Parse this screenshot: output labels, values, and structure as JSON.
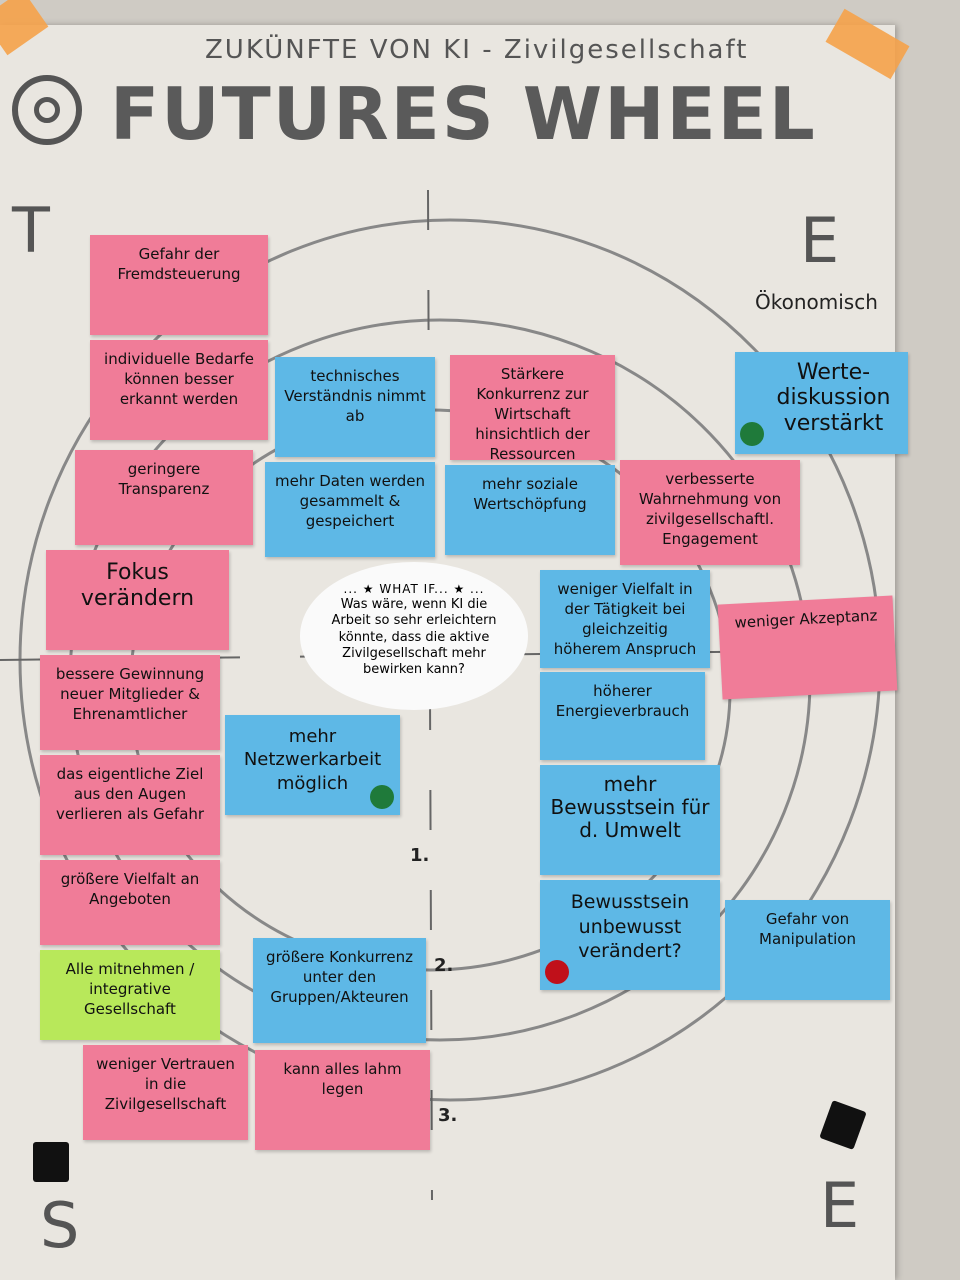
{
  "header": {
    "subtitle": "ZUKÜNFTE VON KI - Zivilgesellschaft",
    "title": "FUTURES WHEEL"
  },
  "corners": {
    "top_left": "T",
    "top_right": "E",
    "bottom_left": "S",
    "bottom_right": "E",
    "top_right_label": "Ökonomisch"
  },
  "rings": {
    "first": "1.",
    "second": "2.",
    "third": "3."
  },
  "center": {
    "heading": "... ★ WHAT IF... ★ ...",
    "question": "Was wäre, wenn KI die Arbeit so sehr erleichtern könnte, dass die aktive Zivilgesellschaft mehr bewirken kann?"
  },
  "colors": {
    "pink": "#f07c98",
    "blue": "#5eb8e6",
    "green": "#b8e85a",
    "dot_green": "#1f7a3a",
    "dot_red": "#c0101a",
    "tape": "#f5a24a"
  },
  "notes": [
    {
      "text": "Gefahr der Fremdsteuerung",
      "color": "pink"
    },
    {
      "text": "individuelle Bedarfe können besser erkannt werden",
      "color": "pink"
    },
    {
      "text": "technisches Verständnis nimmt ab",
      "color": "blue"
    },
    {
      "text": "Stärkere Konkurrenz zur Wirtschaft hinsichtlich der Ressourcen",
      "color": "pink"
    },
    {
      "text": "verbesserte Wahrnehmung von zivilgesellschaftl. Engagement",
      "color": "pink"
    },
    {
      "text": "Werte-diskussion verstärkt",
      "color": "blue",
      "dot": "green"
    },
    {
      "text": "geringere Transparenz",
      "color": "pink"
    },
    {
      "text": "mehr Daten werden gesammelt & gespeichert",
      "color": "blue"
    },
    {
      "text": "mehr soziale Wertschöpfung",
      "color": "blue"
    },
    {
      "text": "Fokus verändern",
      "color": "pink"
    },
    {
      "text": "weniger Vielfalt in der Tätigkeit bei gleichzeitig höherem Anspruch",
      "color": "blue"
    },
    {
      "text": "bessere Gewinnung neuer Mitglieder & Ehrenamtlicher",
      "color": "pink"
    },
    {
      "text": "mehr Netzwerkarbeit möglich",
      "color": "blue",
      "dot": "green"
    },
    {
      "text": "höherer Energieverbrauch",
      "color": "blue"
    },
    {
      "text": "weniger Akzeptanz",
      "color": "pink"
    },
    {
      "text": "mehr Bewusstsein für d. Umwelt",
      "color": "blue"
    },
    {
      "text": "das eigentliche Ziel aus den Augen verlieren als Gefahr",
      "color": "pink"
    },
    {
      "text": "Bewusstsein unbewusst verändert?",
      "color": "blue",
      "dot": "red"
    },
    {
      "text": "größere Vielfalt an Angeboten",
      "color": "pink"
    },
    {
      "text": "Gefahr von Manipulation",
      "color": "blue"
    },
    {
      "text": "Alle mitnehmen / integrative Gesellschaft",
      "color": "green"
    },
    {
      "text": "größere Konkurrenz unter den Gruppen/Akteuren",
      "color": "blue"
    },
    {
      "text": "weniger Vertrauen in die Zivilgesellschaft",
      "color": "pink"
    },
    {
      "text": "kann alles lahm legen",
      "color": "pink"
    }
  ]
}
